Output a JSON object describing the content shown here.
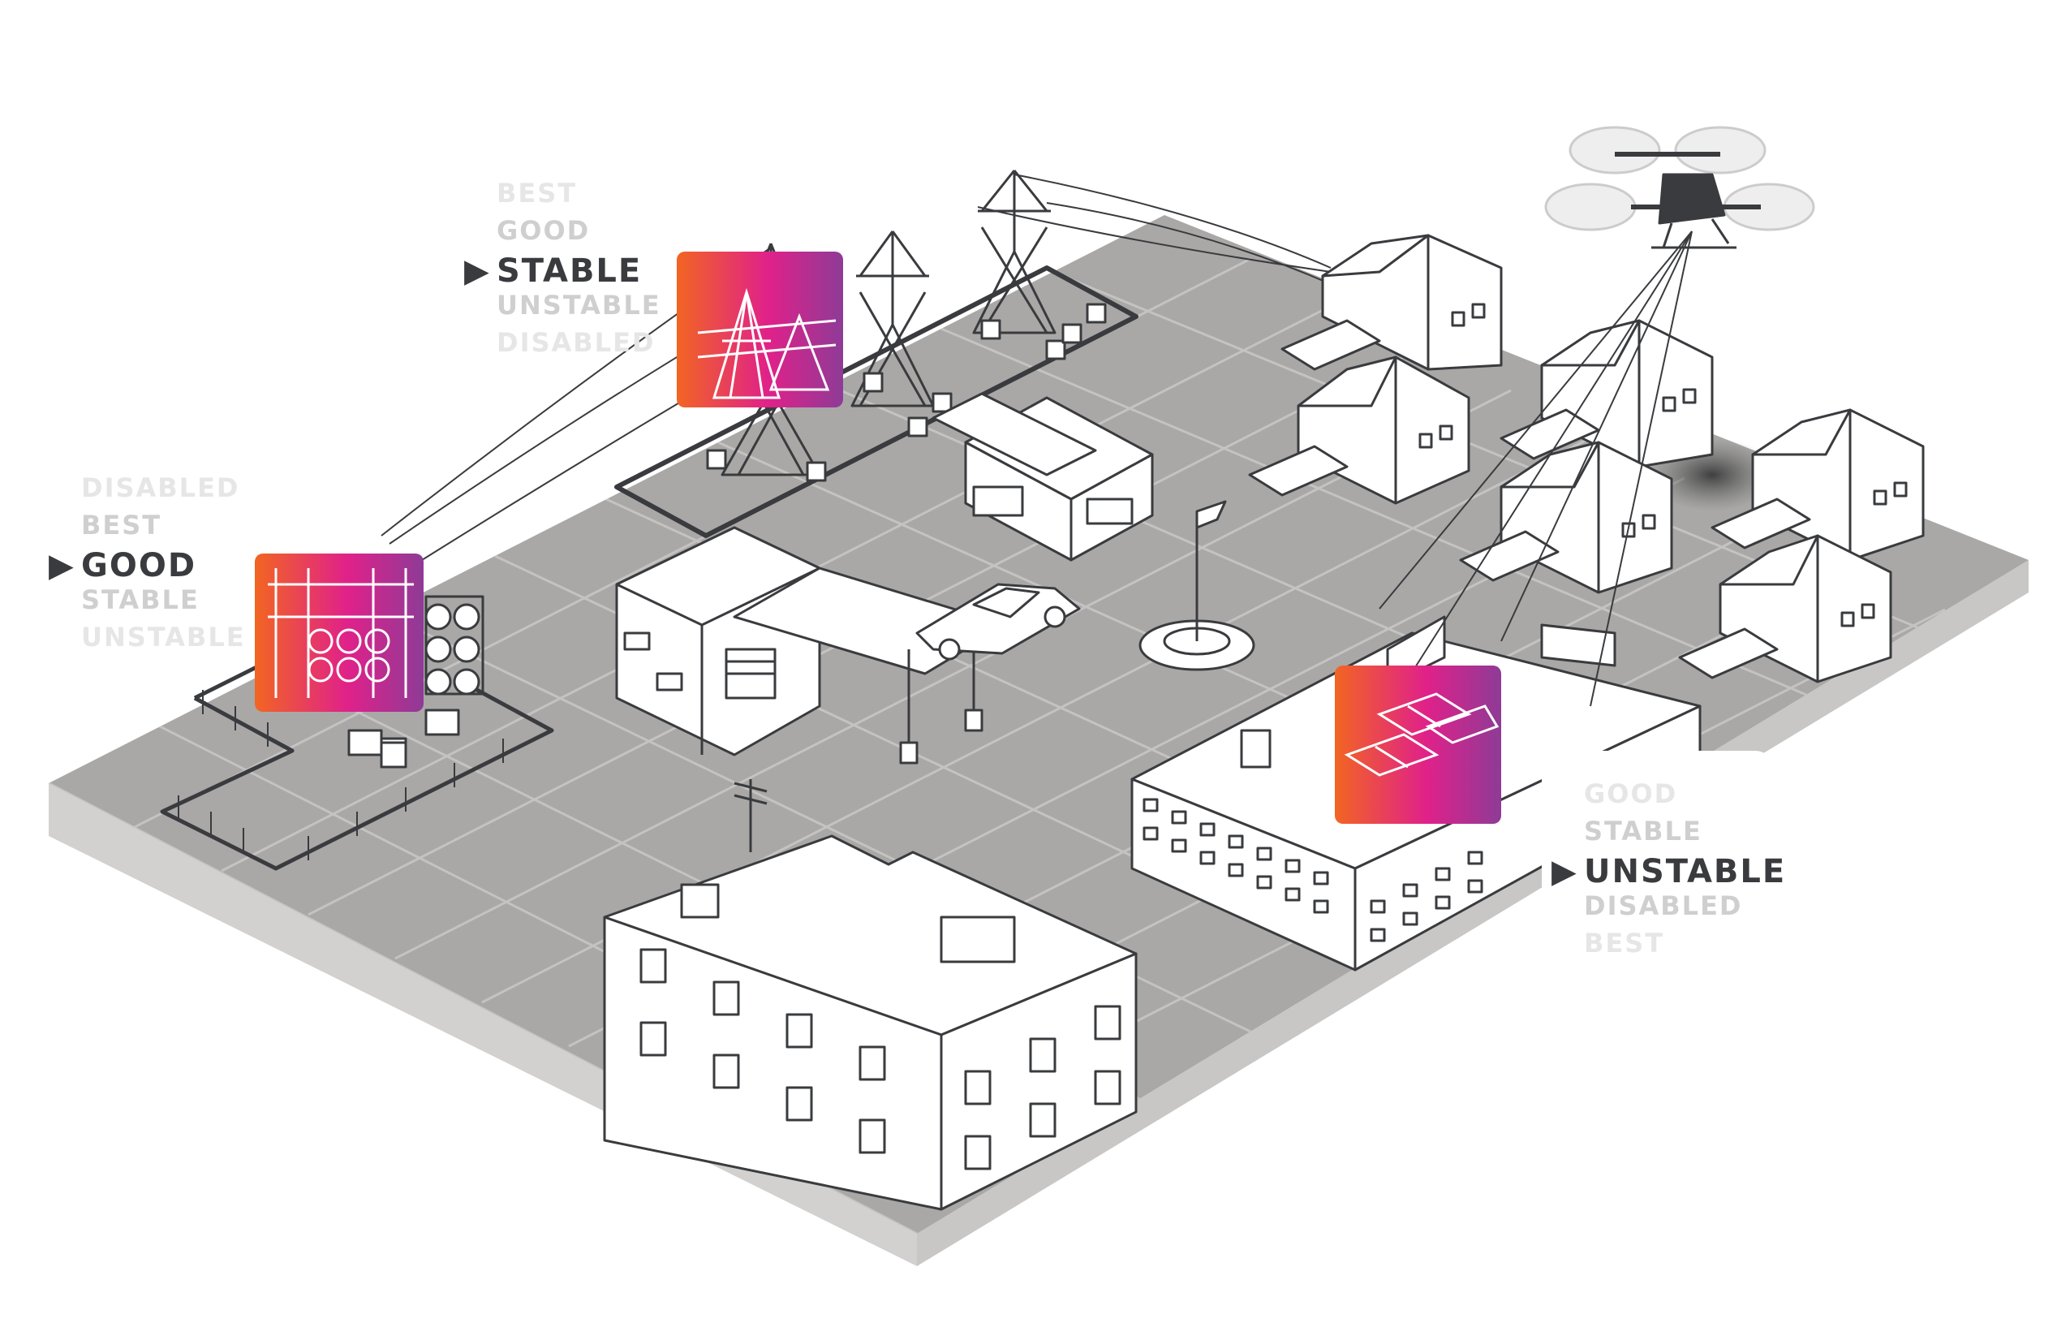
{
  "diagram": {
    "colors": {
      "ground": "#a9a8a7",
      "ground_edge": "#d2d1d0",
      "grid_lines": "#c4c3c2",
      "outline": "#3a3b3e",
      "building_fill": "#ffffff",
      "status_active": "#3a3b3e",
      "status_inactive": "#cfcfcf",
      "gradient_start": "#f26522",
      "gradient_mid": "#e0218a",
      "gradient_end": "#8e3b96"
    },
    "icons": {
      "substation": "substation-insulators-icon",
      "transmission": "transmission-tower-icon",
      "solar": "solar-panels-icon",
      "drone": "drone-icon"
    }
  },
  "status_labels": {
    "substation": {
      "items": [
        "DISABLED",
        "BEST",
        "GOOD",
        "STABLE",
        "UNSTABLE"
      ],
      "active": "GOOD",
      "marker": "▶"
    },
    "transmission": {
      "items": [
        "BEST",
        "GOOD",
        "STABLE",
        "UNSTABLE",
        "DISABLED"
      ],
      "active": "STABLE",
      "marker": "▶"
    },
    "solar": {
      "items": [
        "GOOD",
        "STABLE",
        "UNSTABLE",
        "DISABLED",
        "BEST"
      ],
      "active": "UNSTABLE",
      "marker": "▶"
    }
  }
}
